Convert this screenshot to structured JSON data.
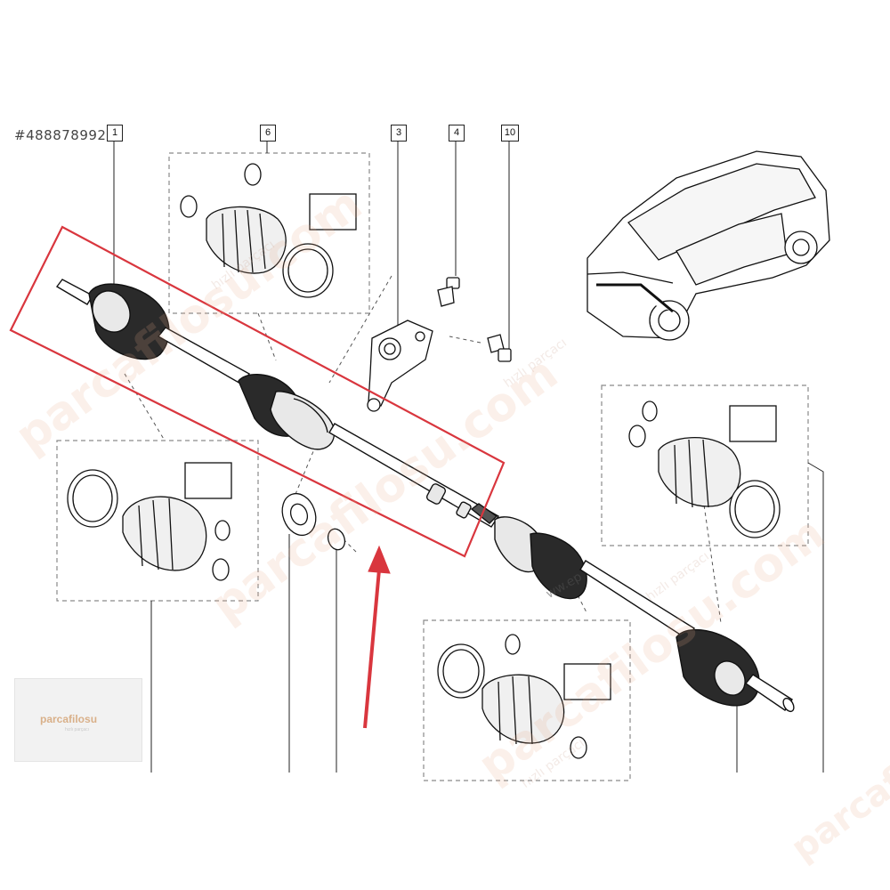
{
  "reference_id": "#488878992",
  "callouts": {
    "c1": "1",
    "c6": "6",
    "c3": "3",
    "c4": "4",
    "c10": "10"
  },
  "watermark": {
    "brand": "parcafilosu.com",
    "slogan": "hızlı parçacı",
    "partial": "ww.ep"
  },
  "logo": {
    "name": "parcafilosu",
    "tagline": "hızlı parçacı"
  },
  "colors": {
    "highlight_box": "#d9363e",
    "arrow": "#d9363e",
    "line_art": "#111111"
  }
}
